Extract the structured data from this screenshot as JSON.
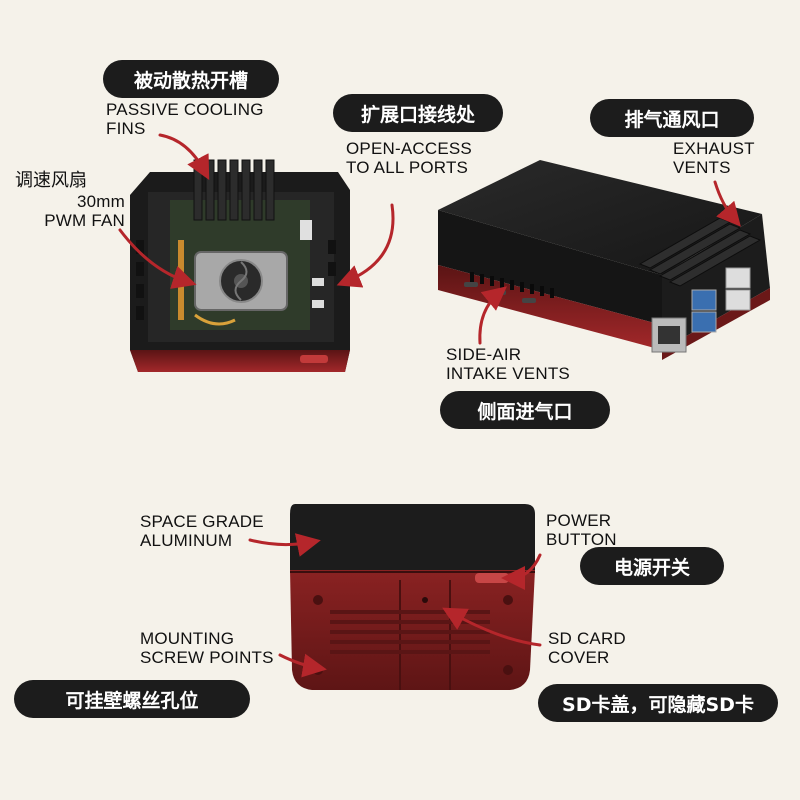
{
  "labels": {
    "passive_cn": "被动散热开槽",
    "passive_en": [
      "PASSIVE COOLING",
      "FINS"
    ],
    "fan_cn": "调速风扇",
    "fan_en": [
      "30mm",
      "PWM FAN"
    ],
    "ports_cn": "扩展口接线处",
    "ports_en": [
      "OPEN-ACCESS",
      "TO ALL PORTS"
    ],
    "exhaust_cn": "排气通风口",
    "exhaust_en": [
      "EXHAUST",
      "VENTS"
    ],
    "side_en": [
      "SIDE-AIR",
      "INTAKE VENTS"
    ],
    "side_cn": "侧面进气口",
    "aluminum_en": [
      "SPACE GRADE",
      "ALUMINUM"
    ],
    "power_en": [
      "POWER",
      "BUTTON"
    ],
    "power_cn": "电源开关",
    "mounting_en": [
      "MOUNTING",
      "SCREW POINTS"
    ],
    "mounting_cn": "可挂壁螺丝孔位",
    "sdcard_en": [
      "SD CARD",
      "COVER"
    ],
    "sdcard_cn": "SD卡盖，可隐藏SD卡"
  },
  "colors": {
    "background": "#f5f2ea",
    "case_black": "#1e1e1e",
    "case_red": "#8a1f1f",
    "arrow_red": "#b5262b",
    "pill": "#1c1c1c"
  }
}
